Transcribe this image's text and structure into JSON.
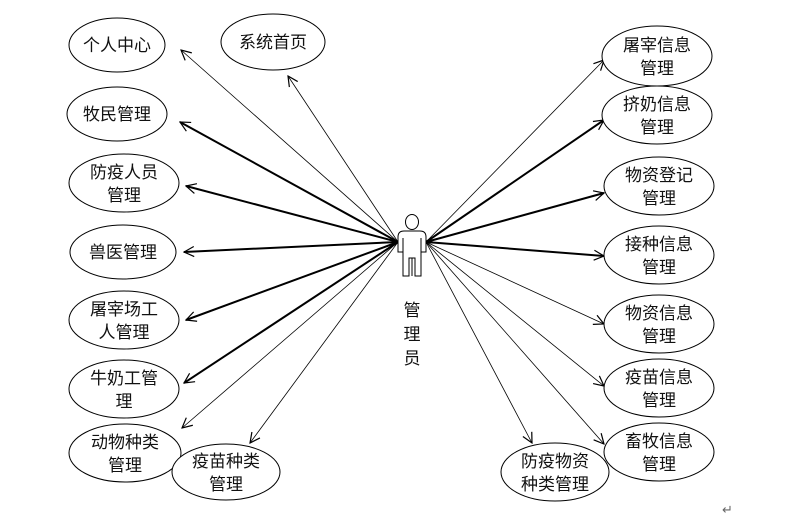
{
  "actor": {
    "label_chars": [
      "管",
      "理",
      "员"
    ]
  },
  "use_cases": {
    "personal_center": {
      "lines": [
        "个人中心"
      ]
    },
    "system_home": {
      "lines": [
        "系统首页"
      ]
    },
    "herdsman_mgmt": {
      "lines": [
        "牧民管理"
      ]
    },
    "epidemic_staff_mgmt": {
      "lines": [
        "防疫人员",
        "管理"
      ]
    },
    "vet_mgmt": {
      "lines": [
        "兽医管理"
      ]
    },
    "slaughter_worker_mgmt": {
      "lines": [
        "屠宰场工",
        "人管理"
      ]
    },
    "milk_worker_mgmt": {
      "lines": [
        "牛奶工管",
        "理"
      ]
    },
    "animal_type_mgmt": {
      "lines": [
        "动物种类",
        "管理"
      ]
    },
    "vaccine_type_mgmt": {
      "lines": [
        "疫苗种类",
        "管理"
      ]
    },
    "slaughter_info_mgmt": {
      "lines": [
        "屠宰信息",
        "管理"
      ]
    },
    "milking_info_mgmt": {
      "lines": [
        "挤奶信息",
        "管理"
      ]
    },
    "supply_register_mgmt": {
      "lines": [
        "物资登记",
        "管理"
      ]
    },
    "vaccination_info_mgmt": {
      "lines": [
        "接种信息",
        "管理"
      ]
    },
    "supply_info_mgmt": {
      "lines": [
        "物资信息",
        "管理"
      ]
    },
    "vaccine_info_mgmt": {
      "lines": [
        "疫苗信息",
        "管理"
      ]
    },
    "epidemic_supply_type_mgmt": {
      "lines": [
        "防疫物资",
        "种类管理"
      ]
    },
    "livestock_info_mgmt": {
      "lines": [
        "畜牧信息",
        "管理"
      ]
    }
  },
  "return_mark": "↵"
}
